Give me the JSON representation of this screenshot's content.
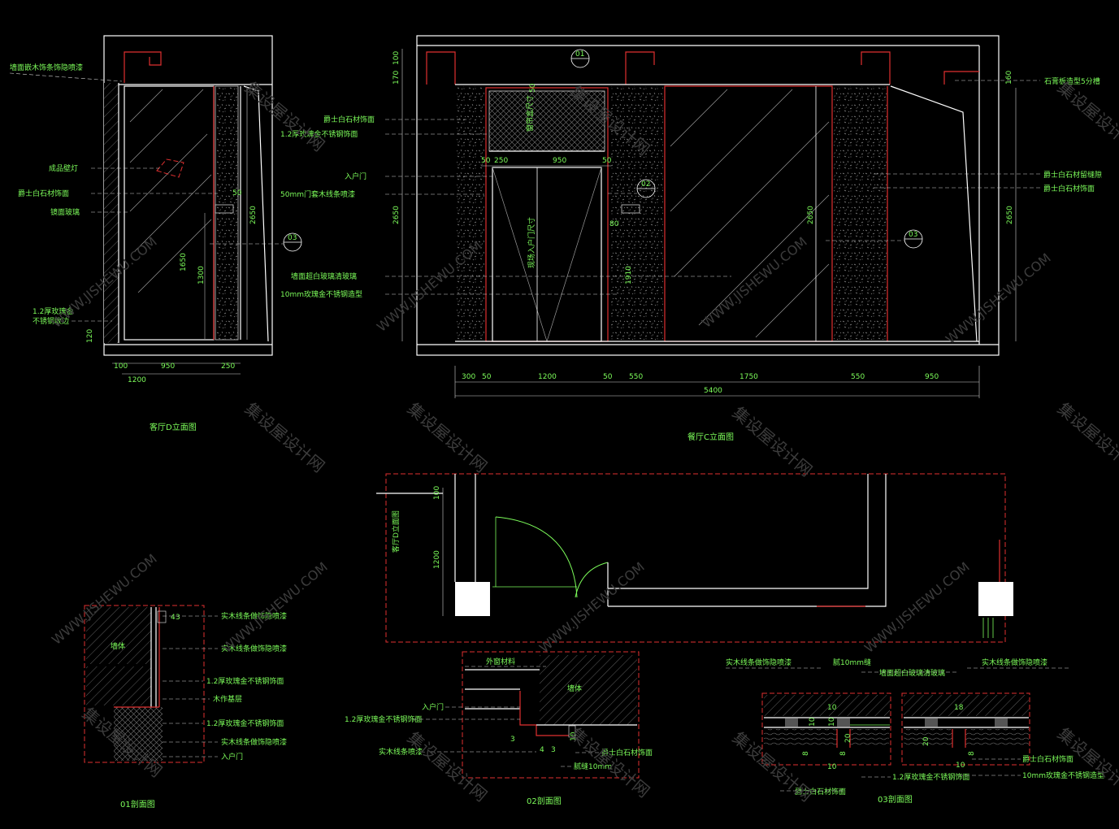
{
  "watermark": {
    "cn": "集设屋设计网",
    "en": "WWW.JISHEWU.COM"
  },
  "titles": {
    "left_elevation": "客厅D立面图",
    "right_elevation": "餐厅C立面图",
    "section_01": "01剖面图",
    "section_02": "02剖面图",
    "section_03": "03剖面图"
  },
  "callouts": [
    "01",
    "02",
    "03",
    "03"
  ],
  "left_view": {
    "labels": [
      "墙面嵌木饰条饰隐喷漆",
      "成品壁灯",
      "爵士白石材饰面",
      "镜面玻璃",
      "1.2厚玫瑰金",
      "不锈钢收边"
    ],
    "dims": [
      "100",
      "950",
      "250",
      "1200",
      "2650",
      "50",
      "1650",
      "1300",
      "120"
    ]
  },
  "right_view": {
    "labels": [
      "爵士白石材饰面",
      "1.2厚玫瑰金不锈钢饰面",
      "入户门",
      "50mm门套木线条喷漆",
      "墙面超白玻璃清玻璃",
      "10mm玫瑰金不锈钢造型",
      "石膏板造型5分槽",
      "爵士白石材留缝隙",
      "爵士白石材饰面"
    ],
    "door_labels": [
      "窗帘盒尺寸",
      "现场入户门尺寸"
    ],
    "top_dims": [
      "170",
      "100",
      "50"
    ],
    "inner_dims": [
      "50",
      "250",
      "950",
      "50",
      "80",
      "160"
    ],
    "vert_dims": [
      "2650",
      "2650",
      "1910",
      "2650"
    ],
    "bottom_dims": [
      "300",
      "50",
      "1200",
      "50",
      "550",
      "1750",
      "550",
      "950"
    ],
    "total": "5400"
  },
  "plan": {
    "label": "客厅D立面图",
    "dims": [
      "100",
      "1200"
    ]
  },
  "section_01": {
    "wall": "墙体",
    "labels": [
      "实木线条做饰隐喷漆",
      "实木线条做饰隐喷漆",
      "1.2厚玫瑰金不锈钢饰面",
      "木作基层",
      "1.2厚玫瑰金不锈钢饰面",
      "实木线条做饰隐喷漆",
      "入户门"
    ],
    "dims": [
      "4",
      "3"
    ]
  },
  "section_02": {
    "wall": "墙体",
    "labels": [
      "外窗材料",
      "入户门",
      "1.2厚玫瑰金不锈钢饰面",
      "实木线条喷漆",
      "爵士白石材饰面",
      "腻缝10mm"
    ],
    "dims": [
      "3",
      "4",
      "3",
      "10"
    ]
  },
  "section_03": {
    "labels": [
      "实木线条做饰隐喷漆",
      "腻10mm缝",
      "墙面超白玻璃清玻璃",
      "实木线条做饰隐喷漆",
      "爵士白石材饰面",
      "1.2厚玫瑰金不锈钢饰面",
      "10mm玫瑰金不锈钢造型",
      "爵士白石材饰面"
    ],
    "dims": [
      "10",
      "10",
      "20",
      "10",
      "8",
      "8",
      "10",
      "18",
      "20",
      "10",
      "8"
    ]
  }
}
